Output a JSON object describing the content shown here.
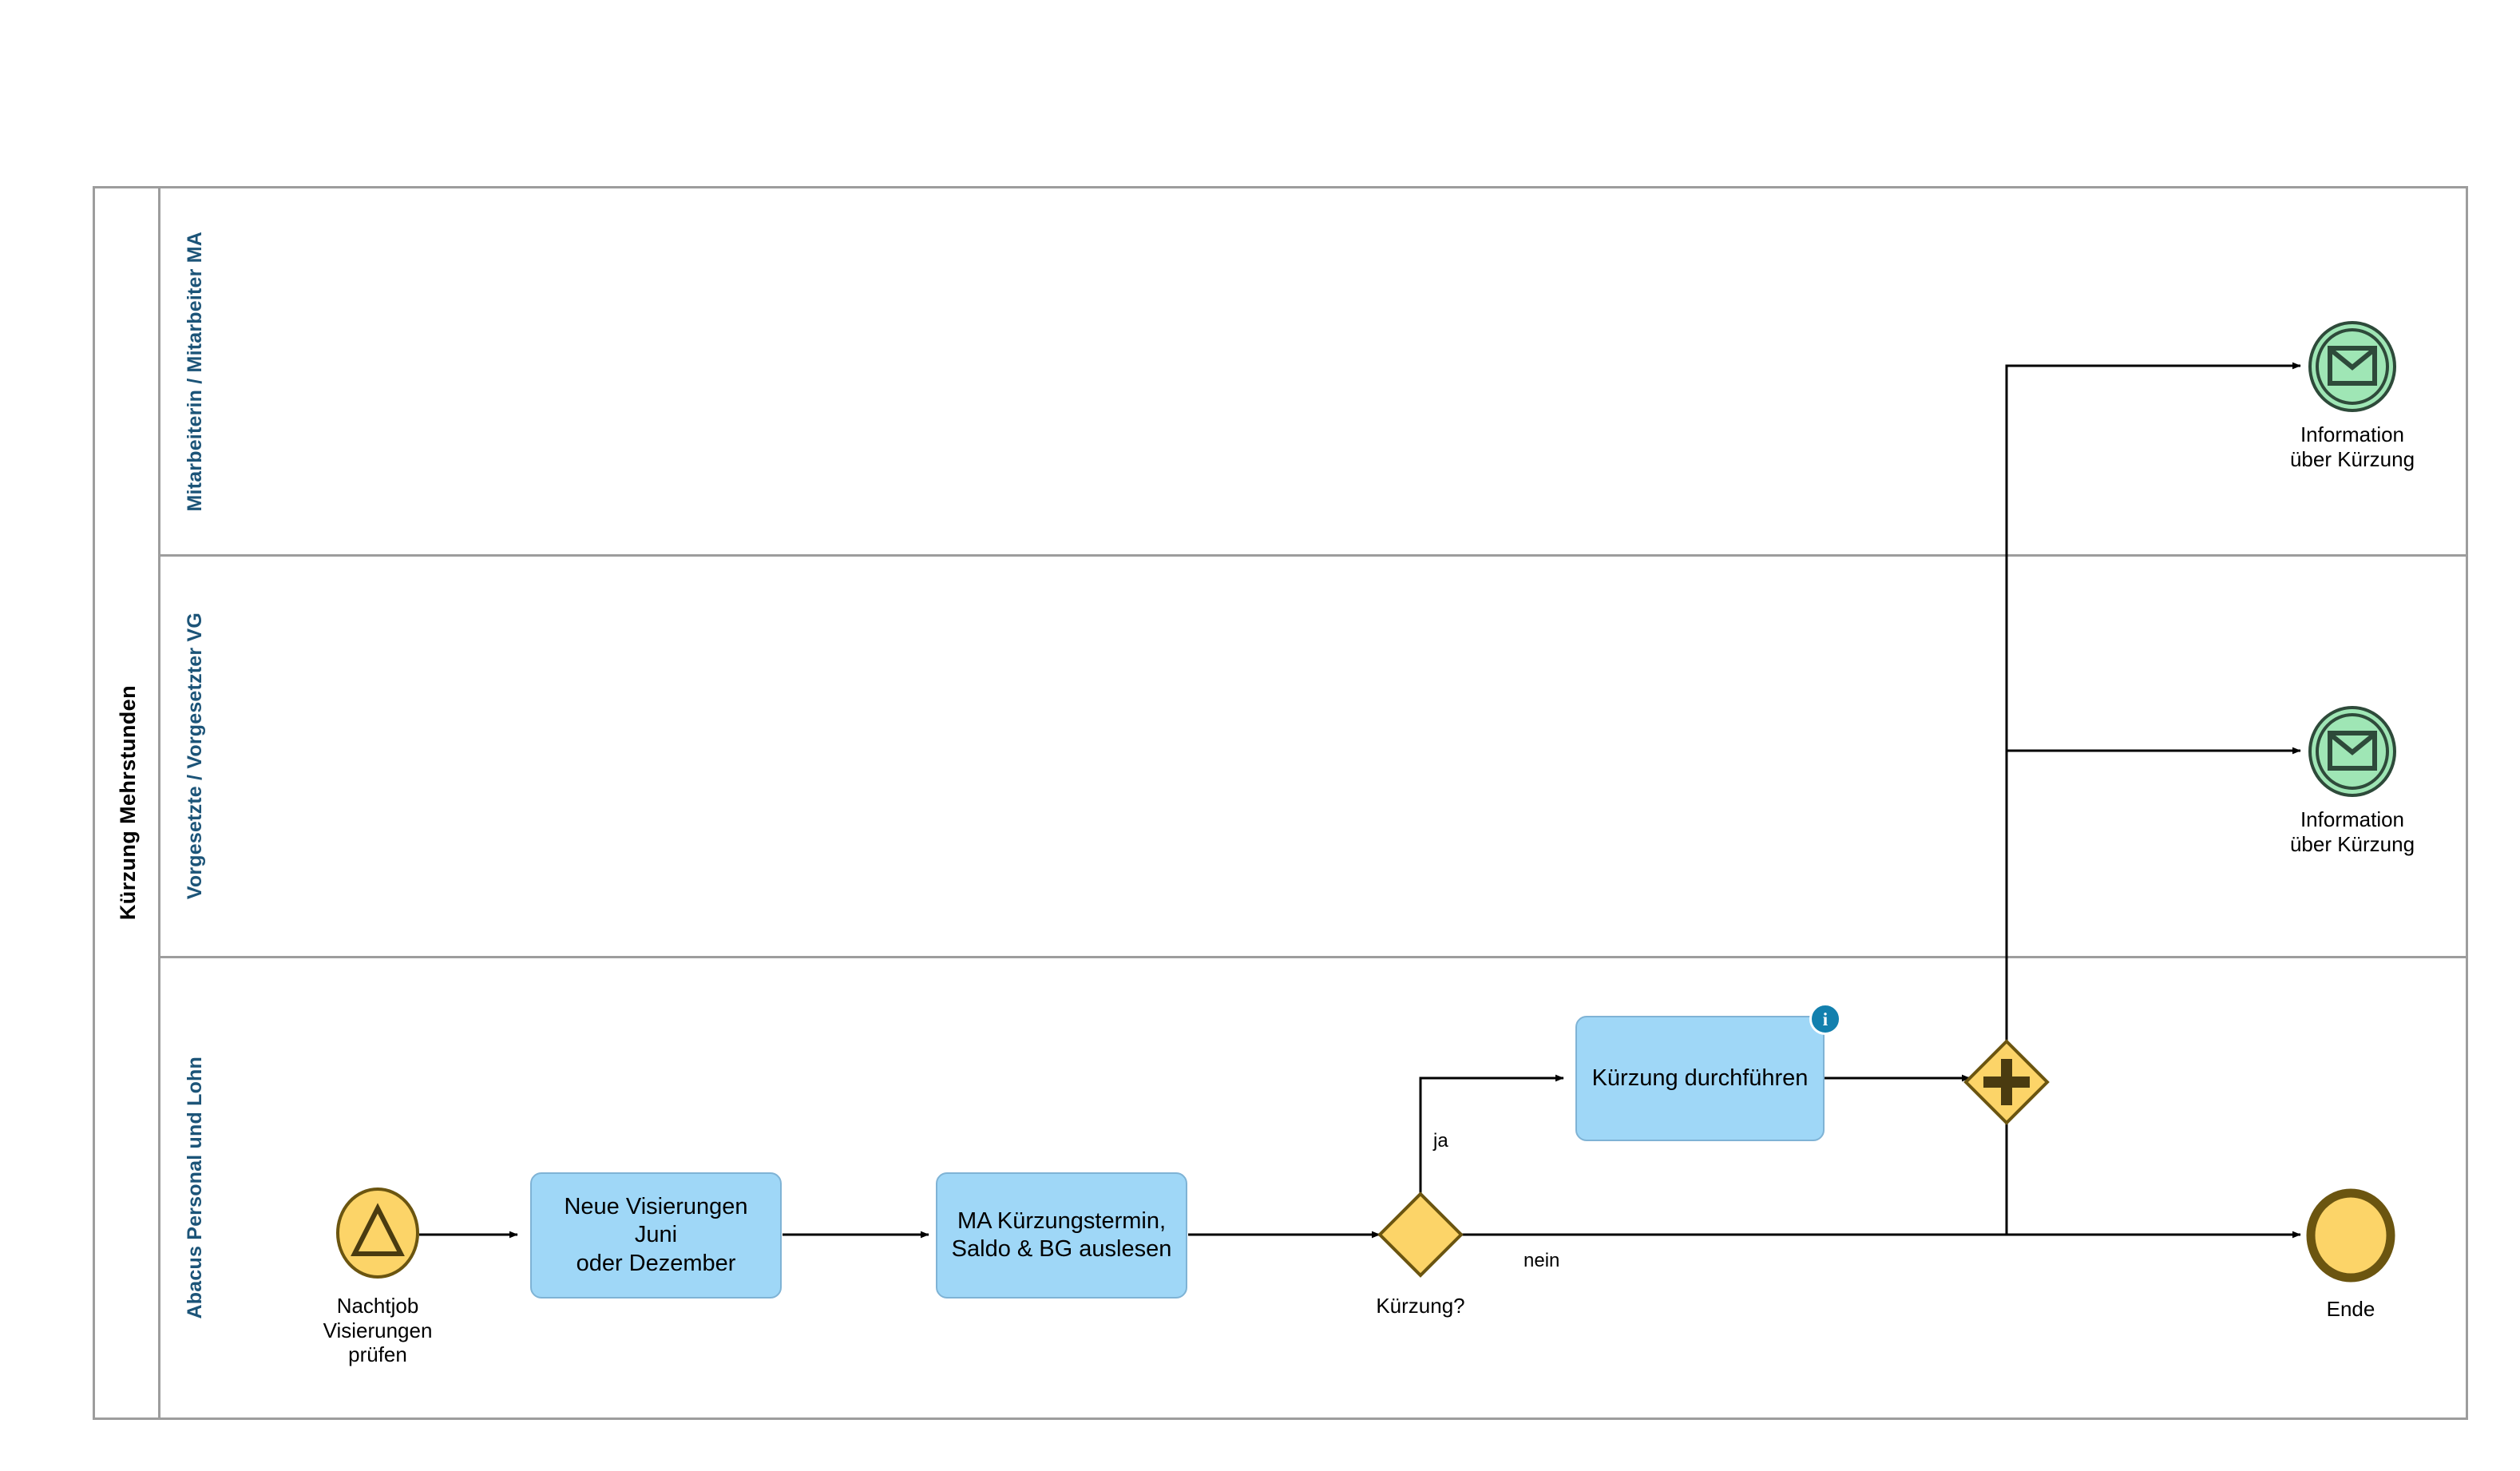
{
  "diagram": {
    "type": "bpmn-collaboration",
    "pool": {
      "title": "Kürzung Mehrstunden"
    },
    "lanes": [
      {
        "id": "lane-ma",
        "label": "Mitarbeiterin / Mitarbeiter MA"
      },
      {
        "id": "lane-vg",
        "label": "Vorgesetzte / Vorgesetzter VG"
      },
      {
        "id": "lane-abacus",
        "label": "Abacus Personal und Lohn"
      }
    ],
    "nodes": [
      {
        "id": "start-nachtjob",
        "type": "start-event-escalation",
        "lane": "lane-abacus",
        "label": "Nachtjob\nVisierungen\nprüfen",
        "icon": "triangle-icon"
      },
      {
        "id": "task-visierungen",
        "type": "task",
        "lane": "lane-abacus",
        "label": "Neue Visierungen Juni oder Dezember"
      },
      {
        "id": "task-auslesen",
        "type": "task",
        "lane": "lane-abacus",
        "label": "MA Kürzungstermin, Saldo & BG auslesen"
      },
      {
        "id": "gw-kuerzung",
        "type": "exclusive-gateway",
        "lane": "lane-abacus",
        "label": "Kürzung?"
      },
      {
        "id": "task-kuerzung-durchfuehren",
        "type": "task",
        "lane": "lane-abacus",
        "label": "Kürzung durchführen",
        "badge": "info-icon",
        "badge_text": "i"
      },
      {
        "id": "gw-parallel",
        "type": "parallel-gateway",
        "lane": "lane-abacus",
        "label": "",
        "icon": "plus-icon"
      },
      {
        "id": "end-ende",
        "type": "end-event",
        "lane": "lane-abacus",
        "label": "Ende"
      },
      {
        "id": "msg-ma",
        "type": "intermediate-message-event",
        "lane": "lane-ma",
        "label": "Information\nüber Kürzung",
        "icon": "envelope-icon"
      },
      {
        "id": "msg-vg",
        "type": "intermediate-message-event",
        "lane": "lane-vg",
        "label": "Information\nüber Kürzung",
        "icon": "envelope-icon"
      }
    ],
    "flows": [
      {
        "id": "f1",
        "from": "start-nachtjob",
        "to": "task-visierungen",
        "label": ""
      },
      {
        "id": "f2",
        "from": "task-visierungen",
        "to": "task-auslesen",
        "label": ""
      },
      {
        "id": "f3",
        "from": "task-auslesen",
        "to": "gw-kuerzung",
        "label": ""
      },
      {
        "id": "f4",
        "from": "gw-kuerzung",
        "to": "task-kuerzung-durchfuehren",
        "label": "ja"
      },
      {
        "id": "f5",
        "from": "gw-kuerzung",
        "to": "end-ende",
        "label": "nein"
      },
      {
        "id": "f6",
        "from": "task-kuerzung-durchfuehren",
        "to": "gw-parallel",
        "label": ""
      },
      {
        "id": "f7",
        "from": "gw-parallel",
        "to": "msg-ma",
        "label": ""
      },
      {
        "id": "f8",
        "from": "gw-parallel",
        "to": "msg-vg",
        "label": ""
      }
    ],
    "colors": {
      "task_fill": "#9FD7F7",
      "task_stroke": "#7FB3D5",
      "event_fill": "#FCD468",
      "event_stroke": "#6B5510",
      "gateway_fill": "#FCD468",
      "gateway_stroke": "#6B5510",
      "message_event_fill": "#9FE6B5",
      "message_event_stroke": "#2E4A3A",
      "lane_label": "#1C5478",
      "pool_border": "#9D9D9D",
      "info_badge": "#1380AE",
      "connector": "#000000"
    }
  },
  "labels": {
    "pool_title": "Kürzung Mehrstunden",
    "lane_ma": "Mitarbeiterin / Mitarbeiter MA",
    "lane_vg": "Vorgesetzte / Vorgesetzter VG",
    "lane_abacus": "Abacus Personal und Lohn",
    "start_caption": "Nachtjob\nVisierungen\nprüfen",
    "task1_line1": "Neue Visierungen Juni",
    "task1_line2": "oder Dezember",
    "task2_line1": "MA Kürzungstermin,",
    "task2_line2": "Saldo & BG auslesen",
    "gateway_caption": "Kürzung?",
    "task3": "Kürzung durchführen",
    "task3_badge": "i",
    "flow_ja": "ja",
    "flow_nein": "nein",
    "end_caption": "Ende",
    "msg_ma_caption": "Information\nüber Kürzung",
    "msg_vg_caption": "Information\nüber Kürzung"
  }
}
